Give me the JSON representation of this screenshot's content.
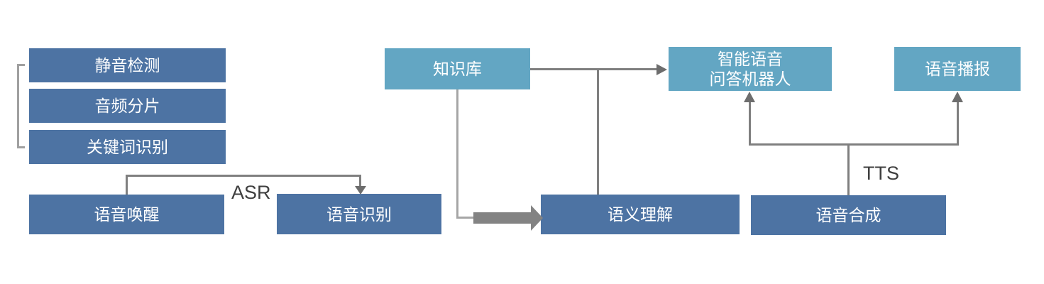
{
  "diagram": {
    "nodes": {
      "silence_detection": {
        "label": "静音检测"
      },
      "audio_slicing": {
        "label": "音频分片"
      },
      "keyword_recognition": {
        "label": "关键词识别"
      },
      "voice_wakeup": {
        "label": "语音唤醒"
      },
      "speech_recognition": {
        "label": "语音识别"
      },
      "knowledge_base": {
        "label": "知识库"
      },
      "semantic_understanding": {
        "label": "语义理解"
      },
      "qa_robot": {
        "label_line1": "智能语音",
        "label_line2": "问答机器人"
      },
      "voice_broadcast": {
        "label": "语音播报"
      },
      "speech_synthesis": {
        "label": "语音合成"
      }
    },
    "edge_labels": {
      "asr": "ASR",
      "tts": "TTS"
    },
    "colors": {
      "dark_node": "#4d73a3",
      "light_node": "#63a6c3",
      "node_text": "#ffffff",
      "connector": "#7f7f7f",
      "thin_connector": "#a6a6a6",
      "thick_arrow": "#838383",
      "bracket": "#a0a0a0",
      "edge_label_text": "#3f3f3f",
      "background": "#ffffff"
    }
  }
}
